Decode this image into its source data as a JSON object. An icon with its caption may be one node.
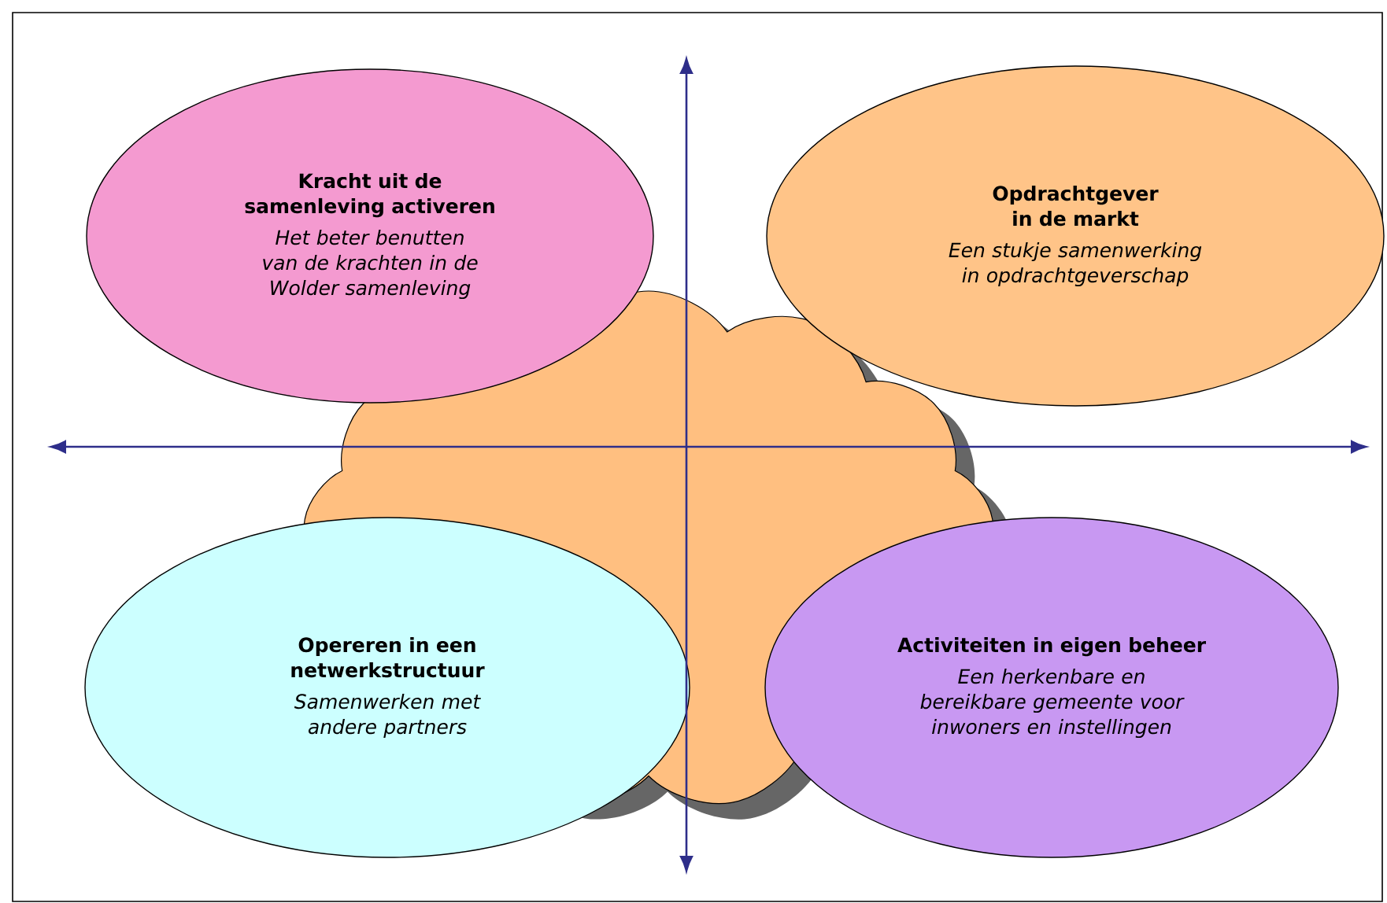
{
  "diagram": {
    "nodes": [
      {
        "text": [
          "Kracht uit de samenleving activeren",
          "Het beter benutten van de krachten in de Wolder samenleving"
        ]
      },
      {
        "text": [
          "Opdrachtgever in de markt",
          "Een stukje samenwerking in opdrachtgeverschap"
        ]
      },
      {
        "text": [],
        "shape": "cloud"
      },
      {
        "text": [
          "Opereren in een netwerkstructuur",
          "Samenwerken met andere partners"
        ]
      },
      {
        "text": [
          "Activiteiten in eigen beheer",
          "Een herkenbare en bereikbare gemeente voor inwoners en instellingen"
        ]
      }
    ]
  }
}
